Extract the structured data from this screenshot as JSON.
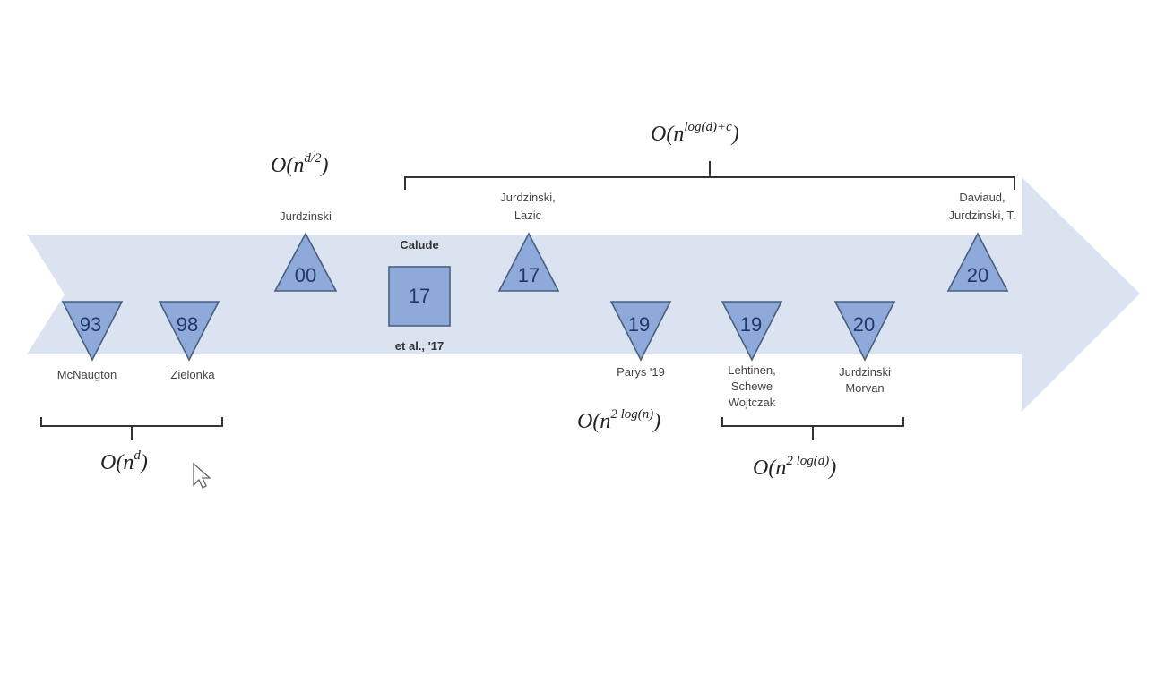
{
  "timeline": {
    "markers": [
      {
        "id": "mcnaughton",
        "year": "93",
        "shape": "triangle-down",
        "label": [
          "McNaugton"
        ]
      },
      {
        "id": "zielonka",
        "year": "98",
        "shape": "triangle-down",
        "label": [
          "Zielonka"
        ]
      },
      {
        "id": "jurdzinski-00",
        "year": "00",
        "shape": "triangle-up",
        "label": [
          "Jurdzinski"
        ]
      },
      {
        "id": "calude",
        "year": "17",
        "shape": "square",
        "label_top": "Calude",
        "label_bottom": "et al., '17"
      },
      {
        "id": "jurdzinski-lazic",
        "year": "17",
        "shape": "triangle-up",
        "label": [
          "Jurdzinski,",
          "Lazic"
        ]
      },
      {
        "id": "parys",
        "year": "19",
        "shape": "triangle-down",
        "label": [
          "Parys '19"
        ]
      },
      {
        "id": "lehtinen",
        "year": "19",
        "shape": "triangle-down",
        "label": [
          "Lehtinen,",
          "Schewe",
          "Wojtczak"
        ]
      },
      {
        "id": "jurdzinski-morvan",
        "year": "20",
        "shape": "triangle-down",
        "label": [
          "Jurdzinski",
          "Morvan"
        ]
      },
      {
        "id": "daviaud",
        "year": "20",
        "shape": "triangle-up",
        "label": [
          "Daviaud,",
          "Jurdzinski, T."
        ]
      }
    ],
    "complexities": {
      "nd": {
        "base": "O(n",
        "sup": "d",
        "close": ")"
      },
      "nd2": {
        "base": "O(n",
        "sup": "d/2",
        "close": ")"
      },
      "nlogdc": {
        "base": "O(n",
        "sup": "log(d)+c",
        "close": ")"
      },
      "n2logn": {
        "base": "O(n",
        "sup": "2 log(n)",
        "close": ")"
      },
      "n2logd": {
        "base": "O(n",
        "sup": "2 log(d)",
        "close": ")"
      }
    }
  }
}
